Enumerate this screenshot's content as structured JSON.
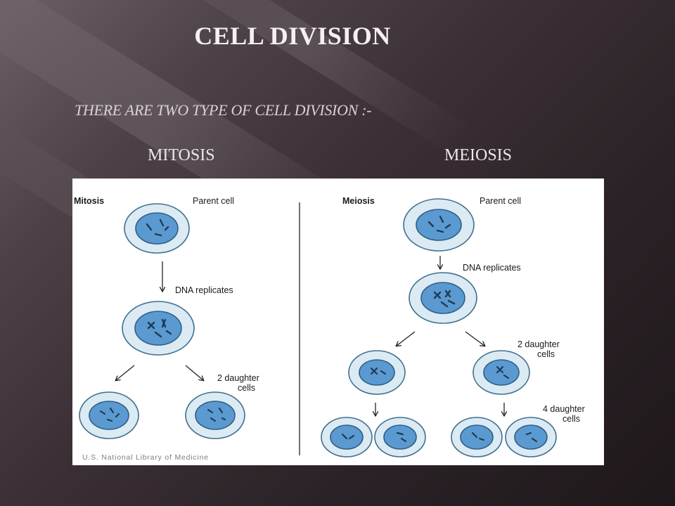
{
  "slide": {
    "title": "CELL DIVISION",
    "subtitle": "THERE ARE TWO TYPE OF CELL DIVISION :-",
    "left_heading": "MITOSIS",
    "right_heading": "MEIOSIS"
  },
  "diagram": {
    "mitosis": {
      "label": "Mitosis",
      "parent_label": "Parent cell",
      "replicates_label": "DNA replicates",
      "daughters_label_line1": "2 daughter",
      "daughters_label_line2": "cells"
    },
    "meiosis": {
      "label": "Meiosis",
      "parent_label": "Parent cell",
      "replicates_label": "DNA replicates",
      "two_daughters_line1": "2 daughter",
      "two_daughters_line2": "cells",
      "four_daughters_line1": "4 daughter",
      "four_daughters_line2": "cells"
    },
    "credit": "U.S. National Library of Medicine"
  },
  "colors": {
    "cell_outer_fill": "#dbeaf3",
    "cell_outer_stroke": "#3f6f8e",
    "nucleus_fill": "#5b9ad0",
    "nucleus_stroke": "#2e5f86",
    "chromosome": "#1f3b55"
  }
}
